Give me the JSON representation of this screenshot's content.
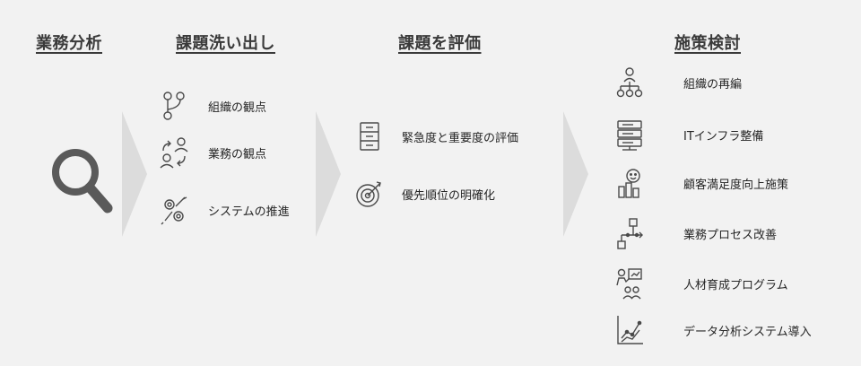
{
  "columns": {
    "analysis": {
      "header": "業務分析",
      "icon": "magnifier-icon"
    },
    "issues": {
      "header": "課題洗い出し",
      "items": [
        {
          "label": "組織の観点",
          "icon": "org-branch-icon"
        },
        {
          "label": "業務の観点",
          "icon": "people-exchange-icon"
        },
        {
          "label": "システムの推進",
          "icon": "gears-wrench-icon"
        }
      ]
    },
    "evaluation": {
      "header": "課題を評価",
      "items": [
        {
          "label": "緊急度と重要度の評価",
          "icon": "filing-cabinet-icon"
        },
        {
          "label": "優先順位の明確化",
          "icon": "target-arrow-icon"
        }
      ]
    },
    "measures": {
      "header": "施策検討",
      "items": [
        {
          "label": "組織の再編",
          "icon": "org-chart-icon"
        },
        {
          "label": "ITインフラ整備",
          "icon": "server-rack-icon"
        },
        {
          "label": "顧客満足度向上施策",
          "icon": "happy-customer-icon"
        },
        {
          "label": "業務プロセス改善",
          "icon": "process-flow-icon"
        },
        {
          "label": "人材育成プログラム",
          "icon": "training-icon"
        },
        {
          "label": "データ分析システム導入",
          "icon": "line-chart-icon"
        }
      ]
    }
  },
  "colors": {
    "background": "#f2f2f2",
    "header_text": "#3a3a3a",
    "chevron": "#dcdcdc",
    "icon_stroke": "#4a4a4a"
  }
}
